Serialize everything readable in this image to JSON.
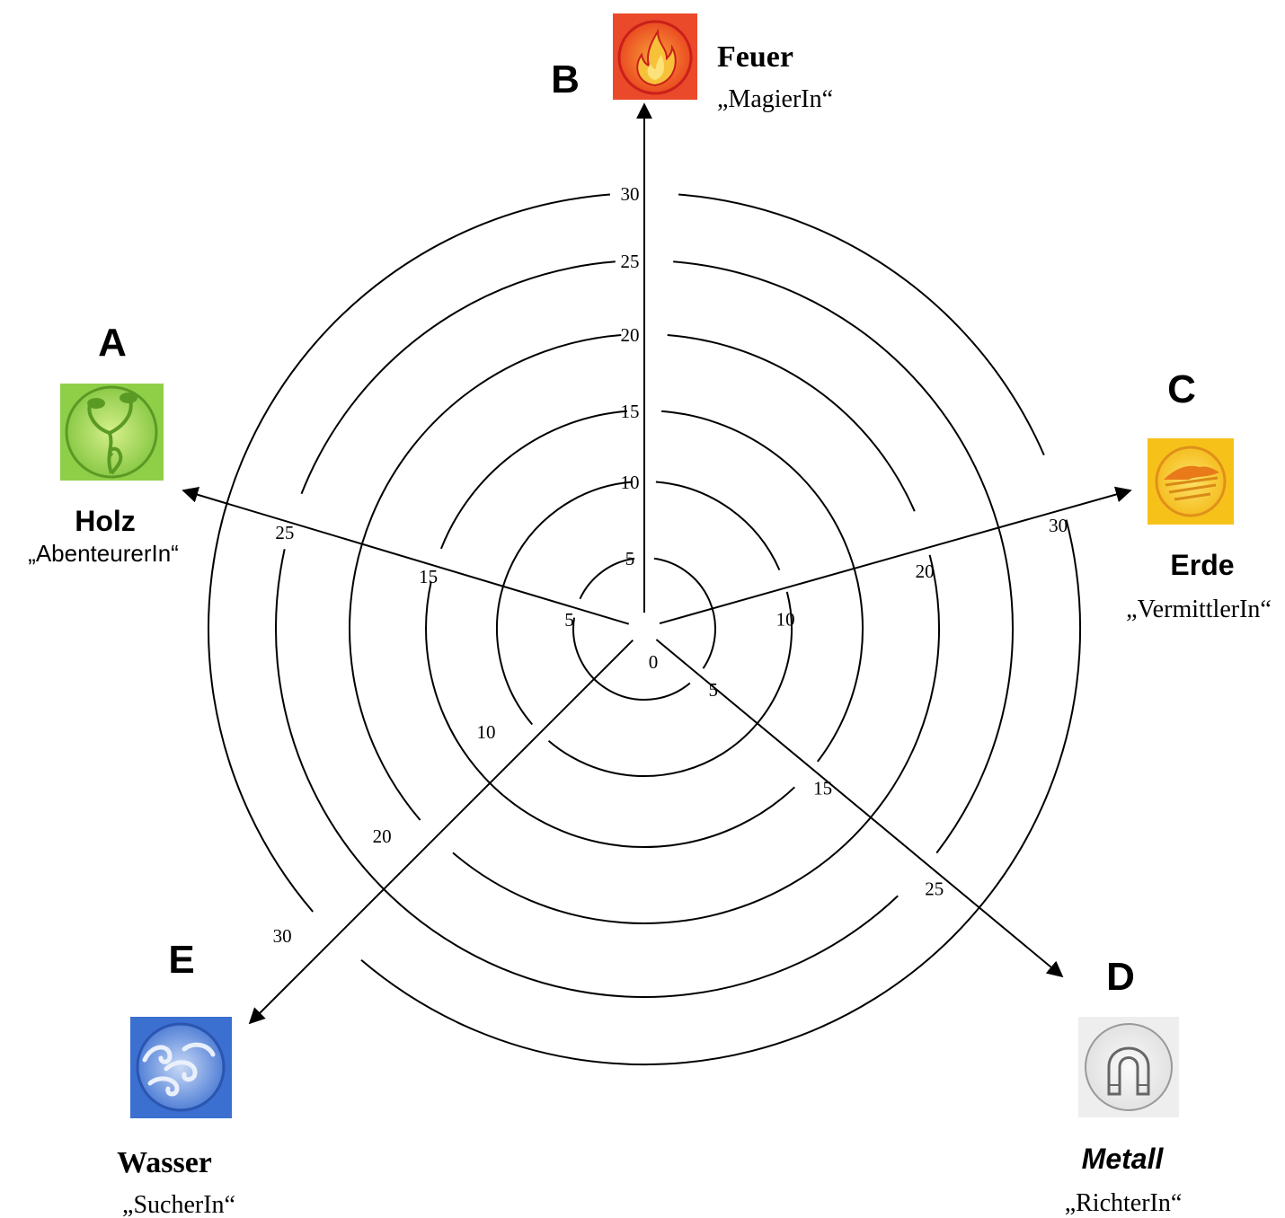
{
  "center_label": "0",
  "ring_values": [
    5,
    10,
    15,
    20,
    25,
    30
  ],
  "axes": [
    {
      "id": "A",
      "letter": "A",
      "element": "Holz",
      "role": "„AbenteurerIn“",
      "icon": "wood-tree-icon",
      "icon_colors": [
        "#7cc23a",
        "#b7e06a",
        "#5a9a24"
      ],
      "tick_labels": [
        "5",
        "15",
        "25"
      ],
      "name_style": "sans",
      "role_style": "sans"
    },
    {
      "id": "B",
      "letter": "B",
      "element": "Feuer",
      "role": "„MagierIn“",
      "icon": "fire-flame-icon",
      "icon_colors": [
        "#e8391c",
        "#f7c23a",
        "#c9201a"
      ],
      "tick_labels": [
        "5",
        "10",
        "15",
        "20",
        "25",
        "30"
      ],
      "name_style": "serif",
      "role_style": "serif"
    },
    {
      "id": "C",
      "letter": "C",
      "element": "Erde",
      "role": "„VermittlerIn“",
      "icon": "earth-icon",
      "icon_colors": [
        "#f6c21a",
        "#fde26a",
        "#e0901a"
      ],
      "tick_labels": [
        "10",
        "20",
        "30"
      ],
      "name_style": "sans",
      "role_style": "serif"
    },
    {
      "id": "D",
      "letter": "D",
      "element": "Metall",
      "role": "„RichterIn“",
      "icon": "metal-magnet-icon",
      "icon_colors": [
        "#e4e4e4",
        "#f4f4f4",
        "#888888"
      ],
      "tick_labels": [
        "5",
        "15",
        "25"
      ],
      "name_style": "italic",
      "role_style": "serif"
    },
    {
      "id": "E",
      "letter": "E",
      "element": "Wasser",
      "role": "„SucherIn“",
      "icon": "water-wave-icon",
      "icon_colors": [
        "#3b6fd0",
        "#a9c3ef",
        "#2b55b0"
      ],
      "tick_labels": [
        "10",
        "20",
        "30"
      ],
      "name_style": "serif",
      "role_style": "serif"
    }
  ]
}
